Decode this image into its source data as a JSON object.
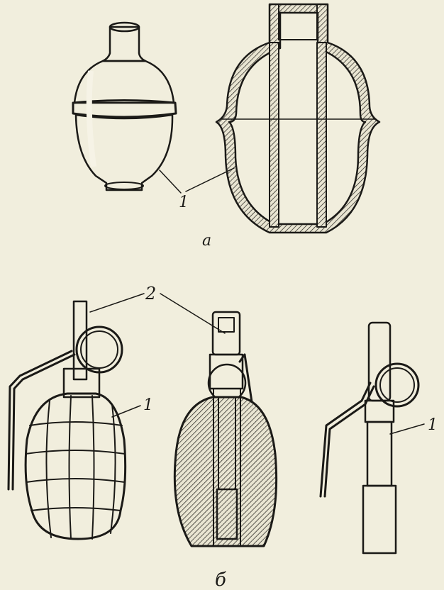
{
  "labels": {
    "part_a": "а",
    "part_b": "б",
    "callout_1_a": "1",
    "callout_1_b_left": "1",
    "callout_1_b_right": "1",
    "callout_2": "2"
  }
}
